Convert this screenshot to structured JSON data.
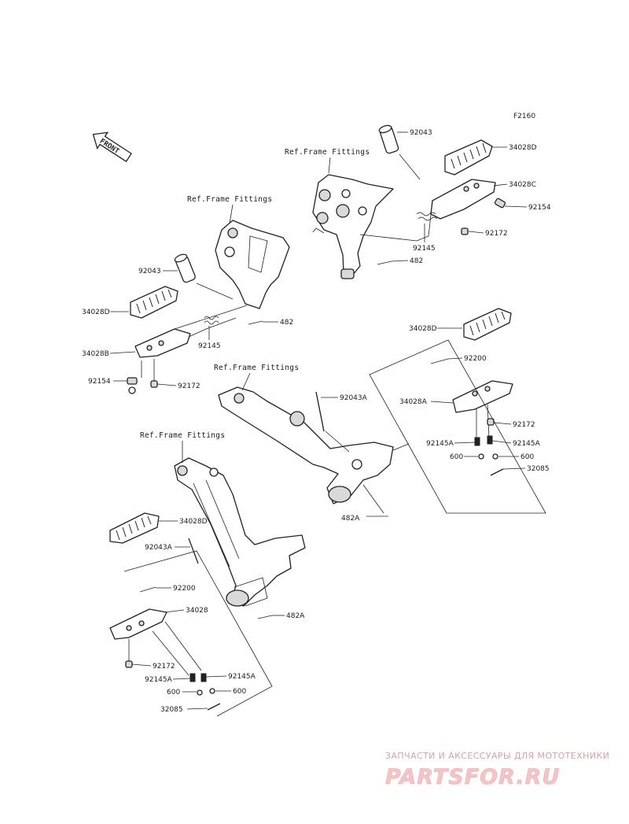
{
  "figure_code": "F2160",
  "front_badge": "FRONT",
  "ref_label": "Ref.Frame Fittings",
  "parts": {
    "p92043": "92043",
    "p92043A": "92043A",
    "p34028D": "34028D",
    "p34028C": "34028C",
    "p34028B": "34028B",
    "p34028A": "34028A",
    "p34028": "34028",
    "p92154": "92154",
    "p92172": "92172",
    "p92145": "92145",
    "p92145A": "92145A",
    "p482": "482",
    "p482A": "482A",
    "p92200": "92200",
    "p600": "600",
    "p32085": "32085"
  },
  "watermark": {
    "tagline": "ЗАПЧАСТИ И АКСЕССУАРЫ ДЛЯ МОТОТЕХНИКИ",
    "logo": "PARTSFOR.RU"
  }
}
